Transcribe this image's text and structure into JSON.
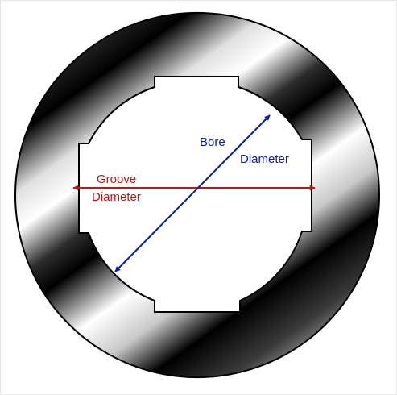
{
  "diagram": {
    "labels": {
      "bore_line1": "Bore",
      "bore_line2": "Diameter",
      "groove_line1": "Groove",
      "groove_line2": "Diameter"
    },
    "colors": {
      "bore": "#0b1d9e",
      "groove": "#b81818",
      "ring_dark": "#000000",
      "ring_light": "#ffffff",
      "outline": "#000000",
      "background": "#ffffff"
    }
  }
}
